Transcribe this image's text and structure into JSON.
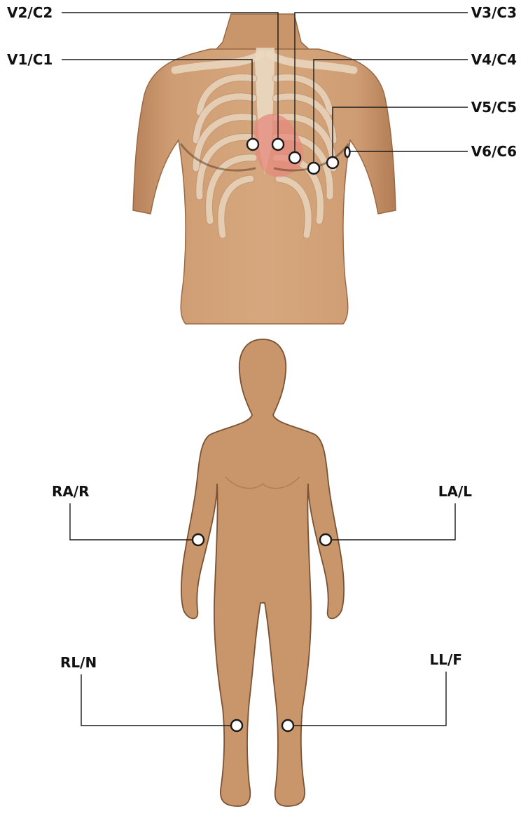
{
  "chest_leads": [
    {
      "id": "v1",
      "label": "V1/C1"
    },
    {
      "id": "v2",
      "label": "V2/C2"
    },
    {
      "id": "v3",
      "label": "V3/C3"
    },
    {
      "id": "v4",
      "label": "V4/C4"
    },
    {
      "id": "v5",
      "label": "V5/C5"
    },
    {
      "id": "v6",
      "label": "V6/C6"
    }
  ],
  "limb_leads": [
    {
      "id": "ra",
      "label": "RA/R"
    },
    {
      "id": "la",
      "label": "LA/L"
    },
    {
      "id": "rl",
      "label": "RL/N"
    },
    {
      "id": "ll",
      "label": "LL/F"
    }
  ],
  "colors": {
    "skin": "#c9956a",
    "skin_shadow": "#a9744b",
    "bone": "#e8d3bb",
    "heart": "#e58a7e",
    "electrode_fill": "#ffffff",
    "line": "#1a1a1a"
  }
}
